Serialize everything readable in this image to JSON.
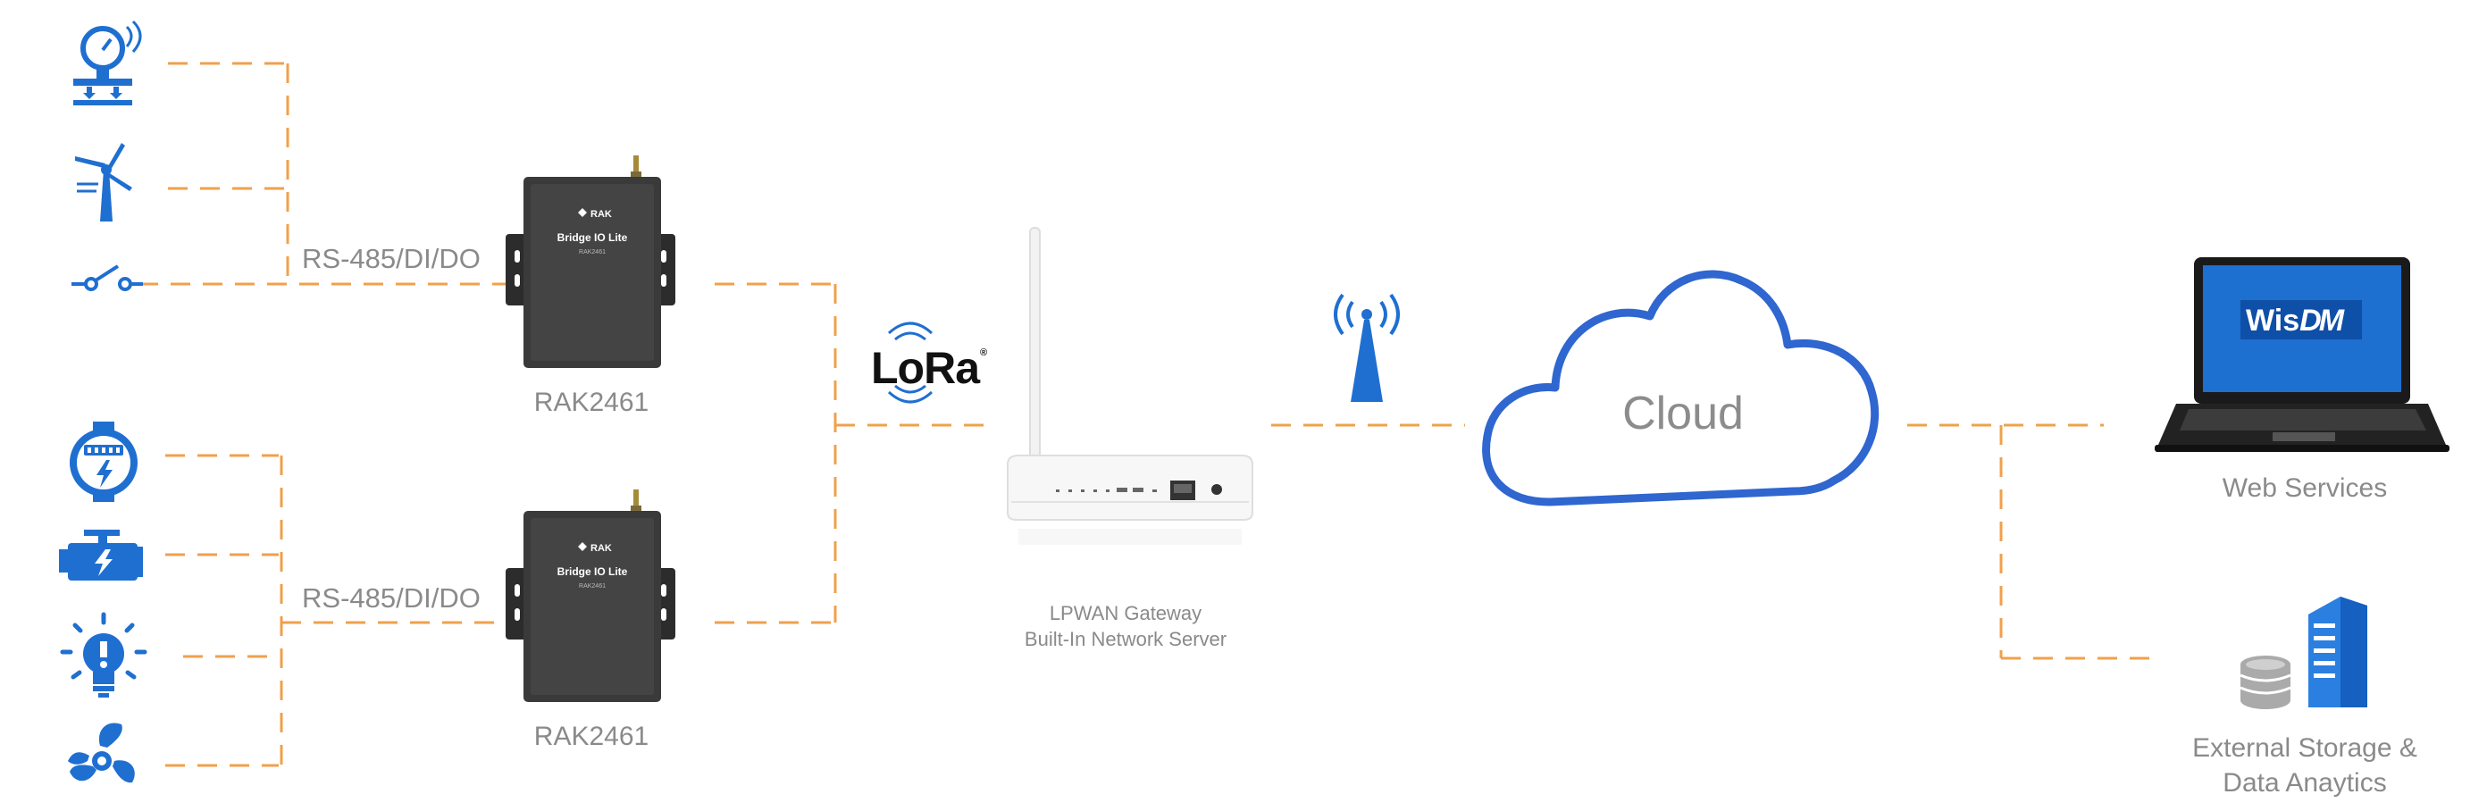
{
  "labels": {
    "rs_top": "RS-485/DI/DO",
    "rs_bottom": "RS-485/DI/DO",
    "rak_top": "RAK2461",
    "rak_bottom": "RAK2461",
    "lora": "LoRa",
    "lora_mark": "®",
    "gateway_line1": "LPWAN Gateway",
    "gateway_line2": "Built-In Network Server",
    "cloud": "Cloud",
    "web_services": "Web Services",
    "storage_line1": "External Storage &",
    "storage_line2": "Data Anaytics"
  },
  "device": {
    "brand": "RAK",
    "model_line1": "Bridge IO Lite",
    "model_code": "RAK2461"
  },
  "laptop_screen": {
    "brand_part1": "Wis",
    "brand_part2": "DM"
  },
  "colors": {
    "connector": "#f0a04b",
    "icon_blue": "#1f6fd1",
    "cloud_outline": "#2f66d0",
    "label_gray": "#8a8a8a",
    "device_body": "#3a3a3a",
    "laptop_screen": "#1d6fd0"
  },
  "icons": [
    "pressure-gauge-sensor-icon",
    "wind-turbine-icon",
    "switch-icon",
    "water-meter-icon",
    "engine-icon",
    "alarm-light-icon",
    "fan-icon",
    "cell-tower-icon",
    "laptop-icon",
    "server-storage-icon"
  ]
}
